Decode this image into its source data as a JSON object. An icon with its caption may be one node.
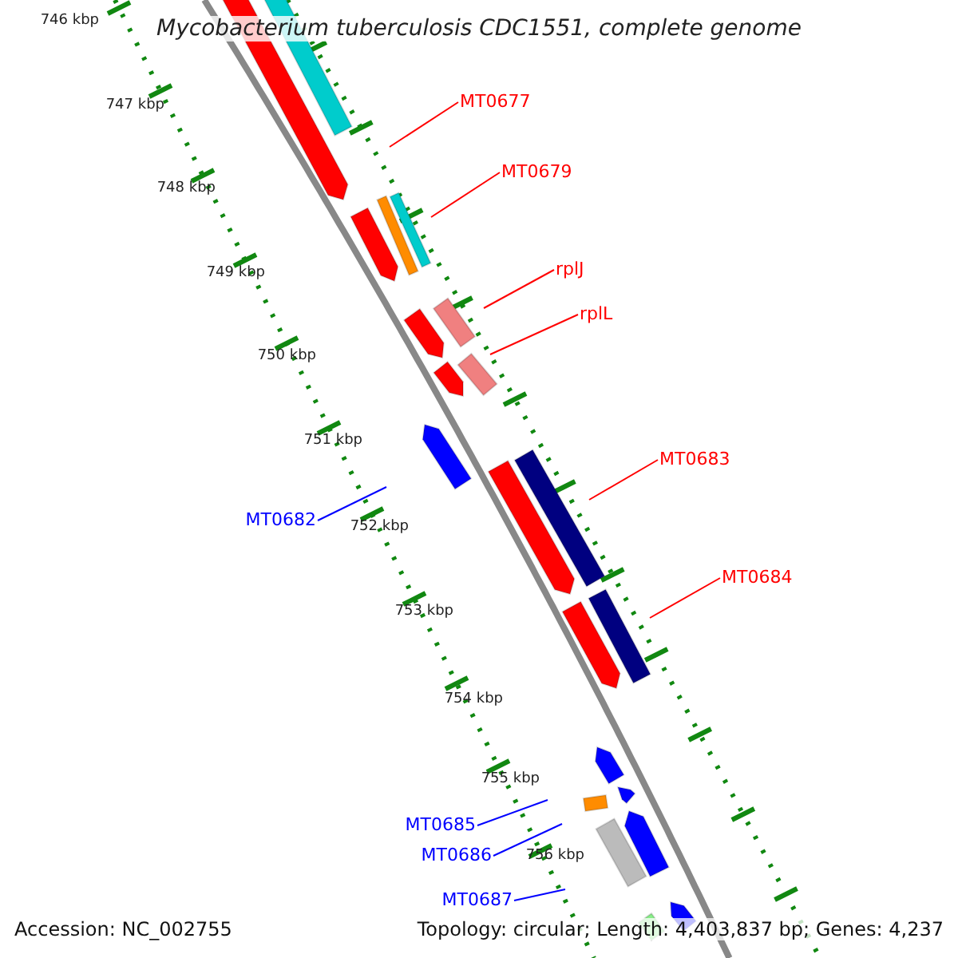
{
  "diagram": {
    "title": "Mycobacterium tuberculosis CDC1551, complete genome",
    "nodes": [
      {
        "text": [
          "MT0677"
        ]
      },
      {
        "text": [
          "MT0679"
        ]
      },
      {
        "text": [
          "rplJ"
        ]
      },
      {
        "text": [
          "rplL"
        ]
      },
      {
        "text": [
          "MT0683"
        ]
      },
      {
        "text": [
          "MT0684"
        ]
      },
      {
        "text": [
          "MT0682"
        ]
      },
      {
        "text": [
          "MT0685"
        ]
      },
      {
        "text": [
          "MT0686"
        ]
      },
      {
        "text": [
          "MT0687"
        ]
      }
    ],
    "edges": [
      {
        "from": 0,
        "to": null,
        "arrow": "none"
      },
      {
        "from": 1,
        "to": null,
        "arrow": "none"
      },
      {
        "from": 2,
        "to": null,
        "arrow": "none"
      },
      {
        "from": 3,
        "to": null,
        "arrow": "none"
      },
      {
        "from": 4,
        "to": null,
        "arrow": "none"
      },
      {
        "from": 5,
        "to": null,
        "arrow": "none"
      },
      {
        "from": 6,
        "to": null,
        "arrow": "none",
        "color": "#0000ff"
      },
      {
        "from": 7,
        "to": null,
        "arrow": "none",
        "color": "#0000ff"
      },
      {
        "from": 8,
        "to": null,
        "arrow": "none",
        "color": "#0000ff"
      },
      {
        "from": 9,
        "to": null,
        "arrow": "none",
        "color": "#0000ff"
      }
    ],
    "labels": [
      "746 kbp",
      "747 kbp",
      "748 kbp",
      "749 kbp",
      "750 kbp",
      "751 kbp",
      "752 kbp",
      "753 kbp",
      "754 kbp",
      "755 kbp",
      "756 kbp",
      "Accession: NC_002755",
      "Topology: circular; Length: 4,403,837 bp; Genes: 4,237"
    ]
  }
}
